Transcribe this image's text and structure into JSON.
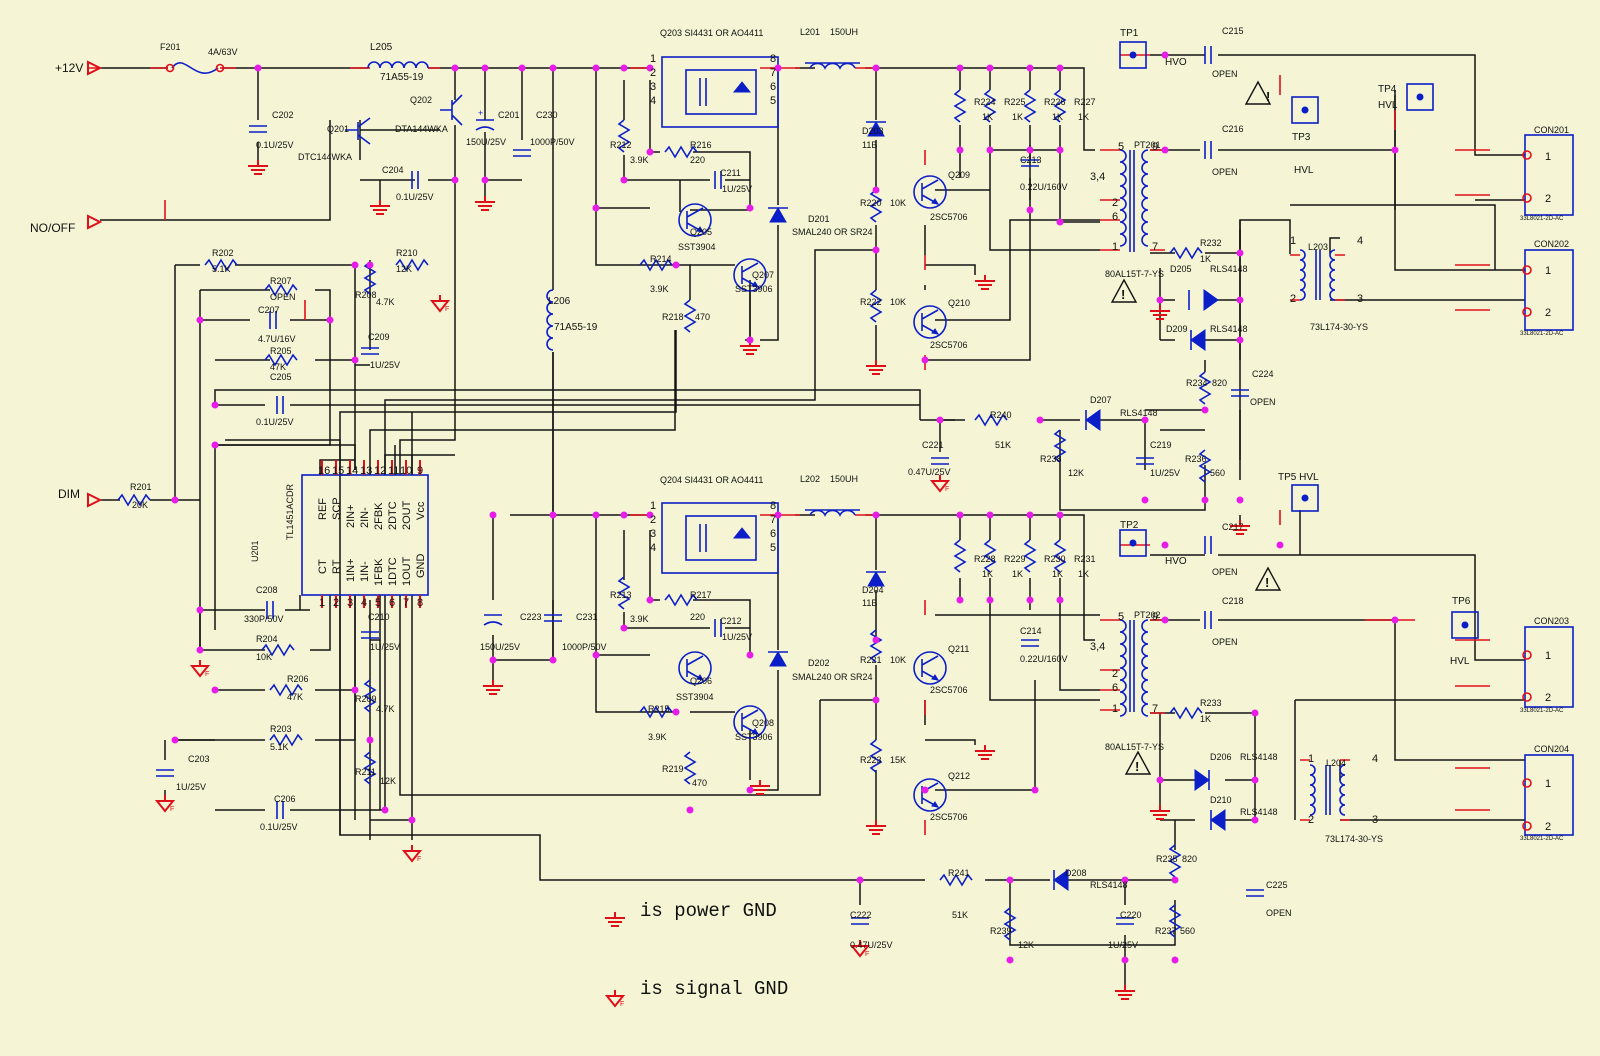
{
  "inputs": {
    "v12": "+12V",
    "onoff": "NO/OFF",
    "dim": "DIM"
  },
  "parts": {
    "F201": "F201",
    "F201v": "4A/63V",
    "L205": "L205",
    "L205v": "71A55-19",
    "L206": "L206",
    "L206v": "71A55-19",
    "C202": "C202",
    "C202v": "0.1U/25V",
    "Q201": "Q201",
    "Q201t": "DTC144WKA",
    "Q202": "Q202",
    "Q202t": "DTA144WKA",
    "C204": "C204",
    "C204v": "0.1U/25V",
    "C201": "C201",
    "C201v": "150U/25V",
    "C230": "C230",
    "C230v": "1000P/50V",
    "R202": "R202",
    "R202v": "5.1K",
    "R210": "R210",
    "R210v": "12K",
    "R207": "R207",
    "R207v": "OPEN",
    "R208": "R208",
    "R208v": "4.7K",
    "C207": "C207",
    "C207v": "4.7U/16V",
    "C209": "C209",
    "C209v": "1U/25V",
    "R205": "R205",
    "R205v": "47K",
    "C205": "C205",
    "C205v": "0.1U/25V",
    "R201": "R201",
    "R201v": "20K",
    "U201": "U201",
    "U201t": "TL1451ACDR",
    "C208": "C208",
    "C208v": "330P/50V",
    "R204": "R204",
    "R204v": "10K",
    "C210": "C210",
    "C210v": "1U/25V",
    "R206": "R206",
    "R206v": "47K",
    "R209": "R209",
    "R209v": "4.7K",
    "R203": "R203",
    "R203v": "5.1K",
    "R211": "R211",
    "R211v": "12K",
    "C203": "C203",
    "C203v": "1U/25V",
    "C206": "C206",
    "C206v": "0.1U/25V",
    "Q203": "Q203  SI4431 OR AO4411",
    "Q204": "Q204  SI4431 OR AO4411",
    "L201": "L201",
    "L201v": "150UH",
    "L202": "L202",
    "L202v": "150UH",
    "R212": "R212",
    "R212v": "3.9K",
    "R216": "R216",
    "R216v": "220",
    "C211": "C211",
    "C211v": "1U/25V",
    "Q205": "Q205",
    "Q205t": "SST3904",
    "R214": "R214",
    "R214v": "3.9K",
    "Q207": "Q207",
    "Q207t": "SST3906",
    "R218": "R218",
    "R218v": "470",
    "D201": "D201",
    "D201t": "SMAL240 OR SR24",
    "C223": "C223",
    "C223v": "150U/25V",
    "C231": "C231",
    "C231v": "1000P/50V",
    "R213": "R213",
    "R213v": "3.9K",
    "R217": "R217",
    "R217v": "220",
    "C212": "C212",
    "C212v": "1U/25V",
    "Q206": "Q206",
    "Q206t": "SST3904",
    "R215": "R215",
    "R215v": "3.9K",
    "Q208": "Q208",
    "Q208t": "SST3906",
    "R219": "R219",
    "R219v": "470",
    "D202": "D202",
    "D202t": "SMAL240 OR SR24",
    "D203": "D203",
    "D203v": "11B",
    "R220": "R220",
    "R220v": "10K",
    "R222": "R222",
    "R222v": "10K",
    "D204": "D204",
    "D204v": "11B",
    "R221": "R221",
    "R221v": "10K",
    "R223": "R223",
    "R223v": "15K",
    "Q209": "Q209",
    "Q209t": "2SC5706",
    "Q210": "Q210",
    "Q210t": "2SC5706",
    "Q211": "Q211",
    "Q211t": "2SC5706",
    "Q212": "Q212",
    "Q212t": "2SC5706",
    "R224": "R224",
    "R225": "R225",
    "R226": "R226",
    "R227": "R227",
    "R228": "R228",
    "R229": "R229",
    "R230": "R230",
    "R231": "R231",
    "r1k": "1K",
    "C213": "C213",
    "C213v": "0.22U/160V",
    "C214": "C214",
    "C214v": "0.22U/160V",
    "PT201": "PT201",
    "PT202": "PT202",
    "PTt": "80AL15T-7-YS",
    "R232": "R232",
    "R233": "R233",
    "D205": "D205",
    "D206": "D206",
    "D209": "D209",
    "D210": "D210",
    "D207": "D207",
    "D208": "D208",
    "rls": "RLS4148",
    "L203": "L203",
    "L204": "L204",
    "Lt": "73L174-30-YS",
    "R234": "R234",
    "R235": "R235",
    "rv820": "820",
    "C224": "C224",
    "C225": "C225",
    "C215": "C215",
    "C216": "C216",
    "C217": "C217",
    "C218": "C218",
    "open": "OPEN",
    "R240": "R240",
    "R241": "R241",
    "rv51k": "51K",
    "C221": "C221",
    "C222": "C222",
    "cv047": "0.47U/25V",
    "R238": "R238",
    "R239": "R239",
    "rv12k": "12K",
    "C219": "C219",
    "C220": "C220",
    "cv1u": "1U/25V",
    "R236": "R236",
    "R237": "R237",
    "rv560": "560",
    "TP1": "TP1",
    "TP2": "TP2",
    "TP3": "TP3",
    "TP4": "TP4",
    "TP5": "TP5 HVL",
    "TP6": "TP6",
    "HVO": "HVO",
    "HVL": "HVL",
    "CON201": "CON201",
    "CON202": "CON202",
    "CON203": "CON203",
    "CON204": "CON204",
    "cont": "33L8021-2D-AC"
  },
  "legend": {
    "power": "is power GND",
    "signal": "is signal GND"
  }
}
